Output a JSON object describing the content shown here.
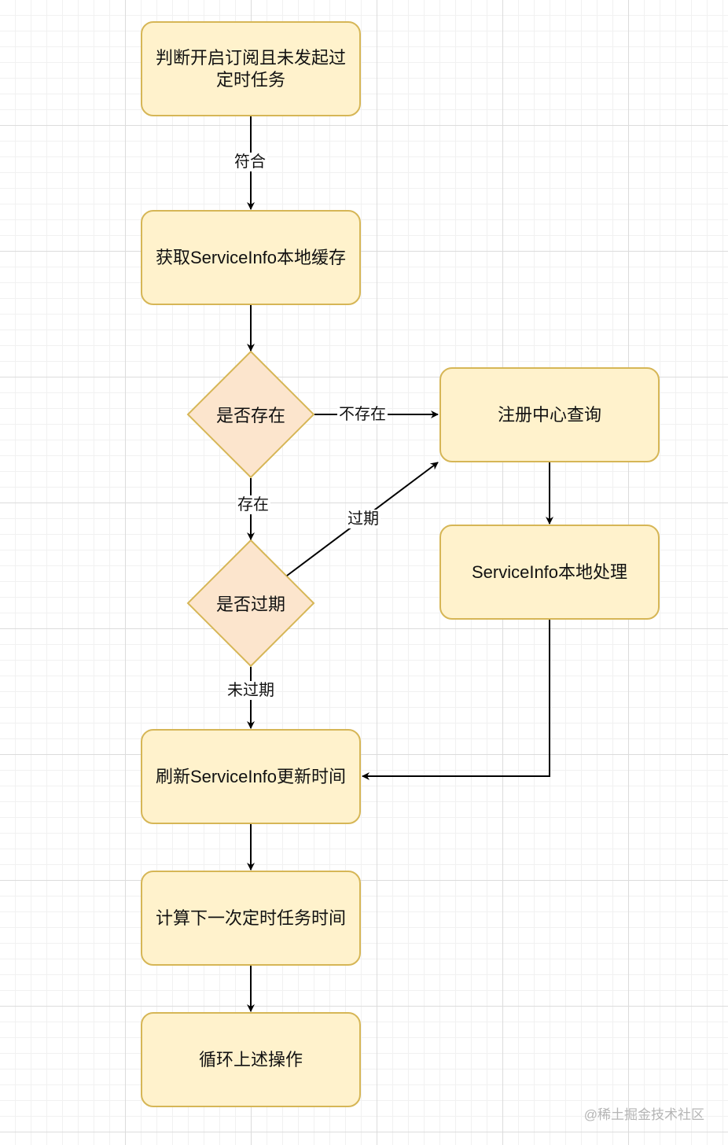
{
  "nodes": {
    "check_subscribe": "判断开启订阅且未发起过定时任务",
    "get_cache": "获取ServiceInfo本地缓存",
    "exists_decision": "是否存在",
    "expired_decision": "是否过期",
    "registry_query": "注册中心查询",
    "local_process": "ServiceInfo本地处理",
    "refresh_time": "刷新ServiceInfo更新时间",
    "calc_next": "计算下一次定时任务时间",
    "loop": "循环上述操作"
  },
  "edges": {
    "match": "符合",
    "not_exist": "不存在",
    "exist": "存在",
    "expired": "过期",
    "not_expired": "未过期"
  },
  "watermark": "@稀土掘金技术社区",
  "colors": {
    "node_fill": "#fff2cc",
    "node_stroke": "#d6b656",
    "decision_fill": "#fce5cd",
    "decision_stroke": "#d6b656",
    "edge": "#000000"
  }
}
